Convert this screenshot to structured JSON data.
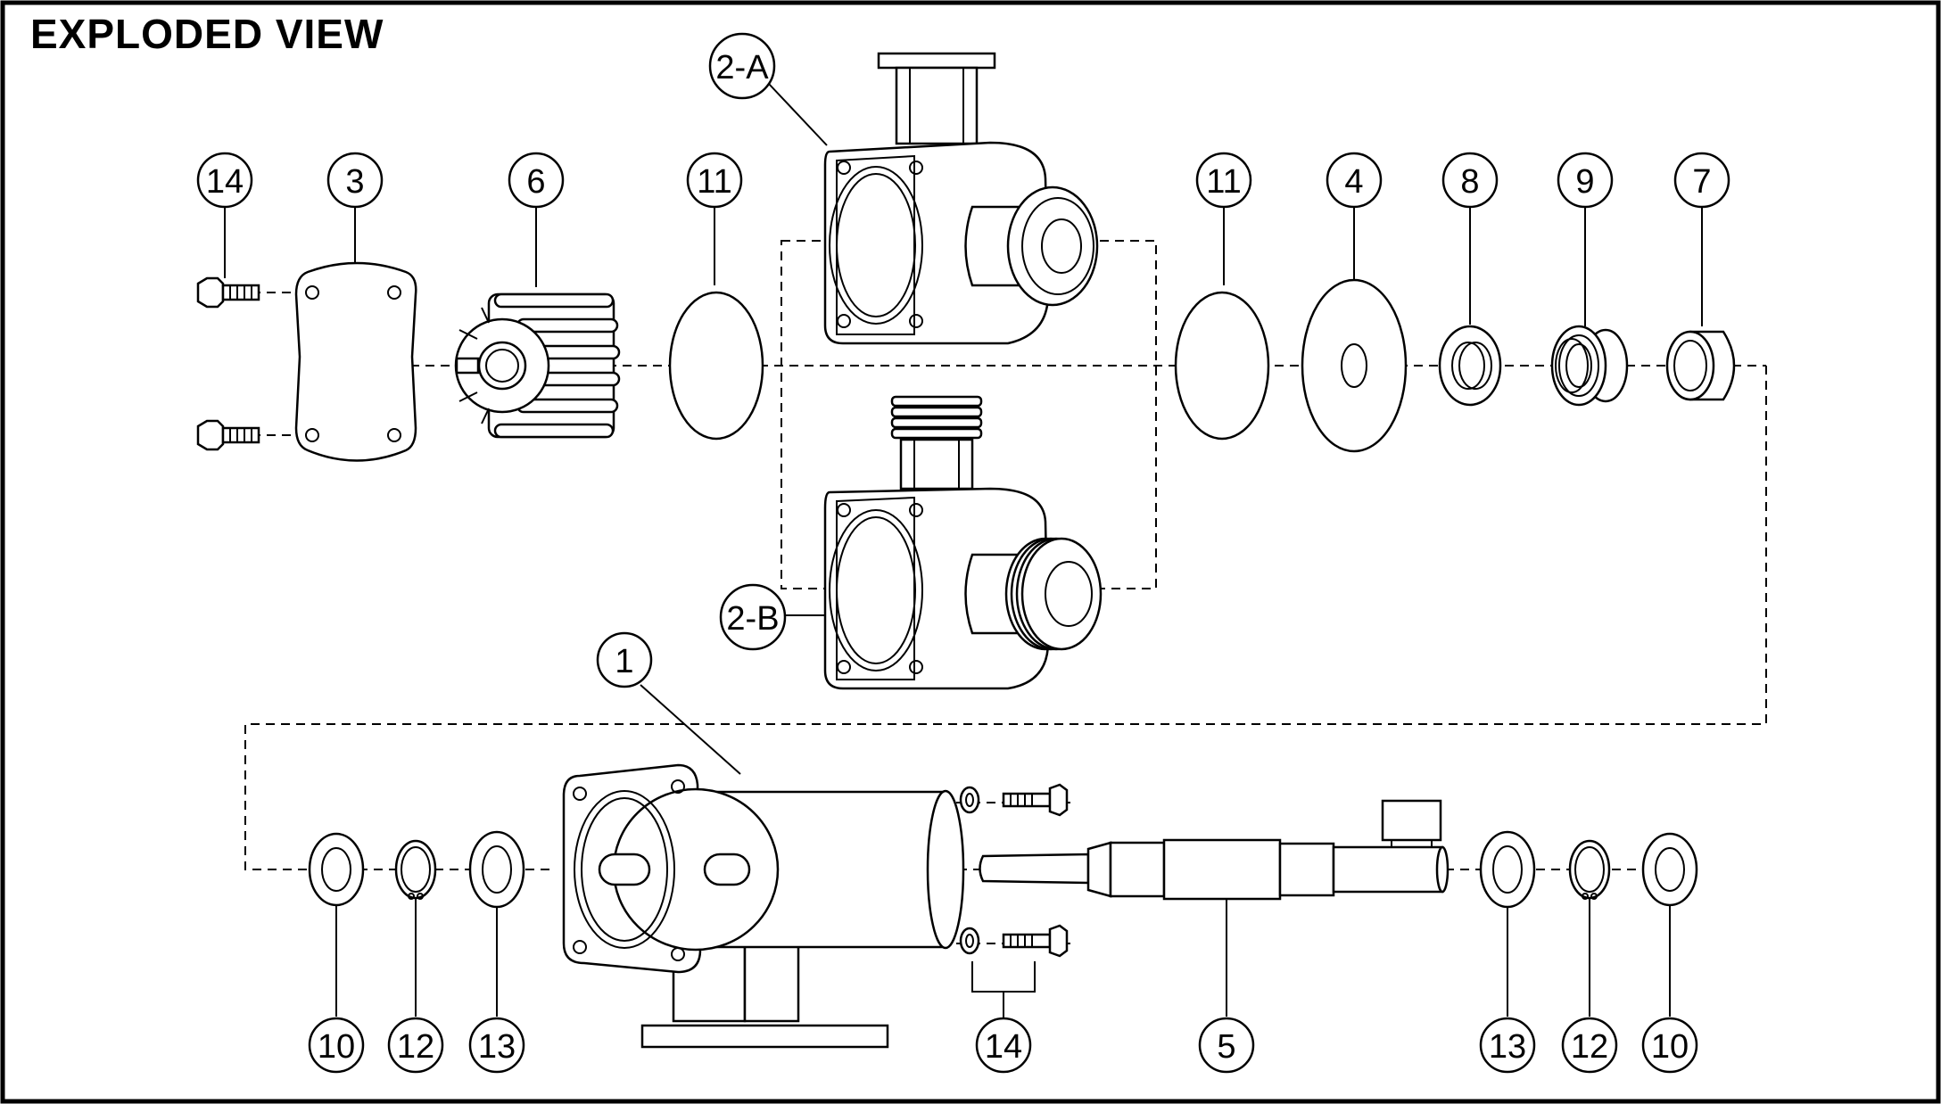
{
  "title": "EXPLODED VIEW",
  "callouts": {
    "c14a": "14",
    "c3": "3",
    "c6": "6",
    "c11a": "11",
    "c2a": "2-A",
    "c2b": "2-B",
    "c11b": "11",
    "c4": "4",
    "c8": "8",
    "c9": "9",
    "c7": "7",
    "c1": "1",
    "c10a": "10",
    "c12a": "12",
    "c13a": "13",
    "c14b": "14",
    "c5": "5",
    "c13b": "13",
    "c12b": "12",
    "c10b": "10"
  }
}
